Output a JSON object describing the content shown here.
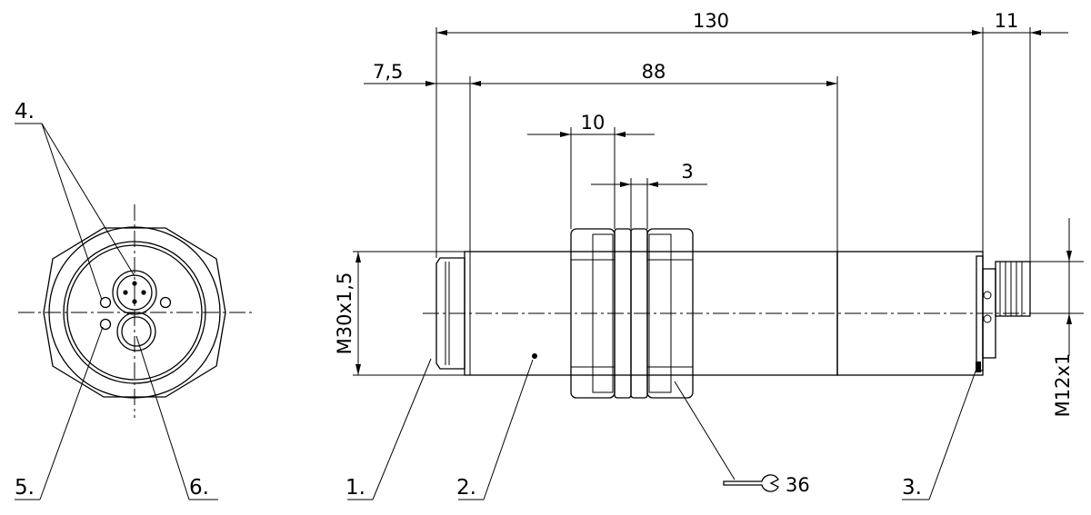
{
  "dimensions": {
    "overall_length": "130",
    "connector_length": "11",
    "cap_length": "7,5",
    "thread_length": "88",
    "nut_width": "10",
    "washer_width": "3",
    "body_thread": "M30x1,5",
    "connector_thread": "M12x1",
    "wrench_size": "36"
  },
  "callouts": {
    "1": "1.",
    "2": "2.",
    "3": "3.",
    "4": "4.",
    "5": "5.",
    "6": "6."
  },
  "icons": {
    "wrench": "wrench-icon"
  }
}
